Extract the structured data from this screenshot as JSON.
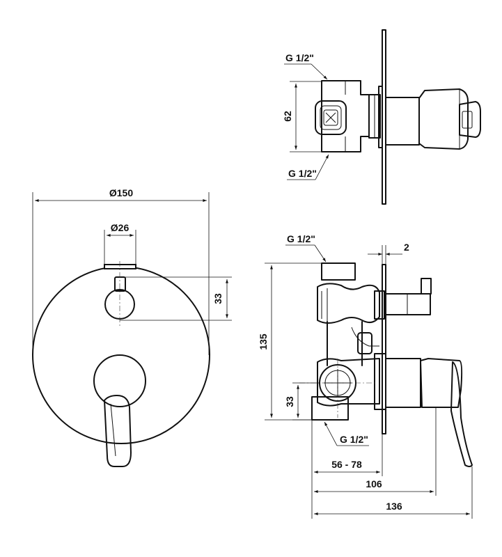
{
  "dimensions": {
    "top_thread_upper": "G 1/2\"",
    "top_thread_lower": "G 1/2\"",
    "top_height": "62",
    "front_plate_diameter": "Ø150",
    "front_knob_diameter": "Ø26",
    "front_knob_offset": "33",
    "side_thread_upper": "G 1/2\"",
    "side_thread_lower": "G 1/2\"",
    "side_plate_thickness": "2",
    "side_total_height": "135",
    "side_outlet_height": "33",
    "side_install_depth": "56 - 78",
    "side_depth_handle": "106",
    "side_depth_total": "136"
  }
}
